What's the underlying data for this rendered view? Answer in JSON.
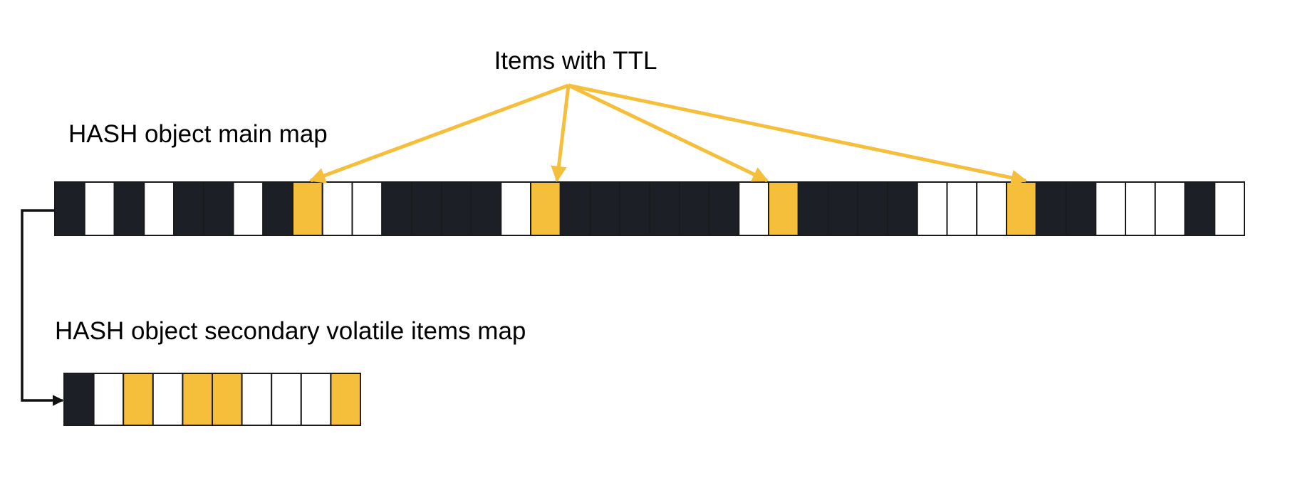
{
  "labels": {
    "ttl": "Items with TTL",
    "main_map": "HASH object main map",
    "secondary_map": "HASH object secondary volatile items map"
  },
  "colors": {
    "dark": "#1c2026",
    "white": "#ffffff",
    "ttl": "#f5bf3b",
    "stroke": "#1a1a1a",
    "arrow": "#f5bf3b"
  },
  "main_map": {
    "cells": [
      "d",
      "w",
      "d",
      "w",
      "d",
      "d",
      "w",
      "d",
      "y",
      "w",
      "w",
      "d",
      "d",
      "d",
      "d",
      "w",
      "y",
      "d",
      "d",
      "d",
      "d",
      "d",
      "d",
      "w",
      "y",
      "d",
      "d",
      "d",
      "d",
      "w",
      "w",
      "w",
      "y",
      "d",
      "d",
      "w",
      "w",
      "w",
      "d",
      "w"
    ]
  },
  "secondary_map": {
    "cells": [
      "d",
      "w",
      "y",
      "w",
      "y",
      "y",
      "w",
      "w",
      "w",
      "y"
    ]
  }
}
